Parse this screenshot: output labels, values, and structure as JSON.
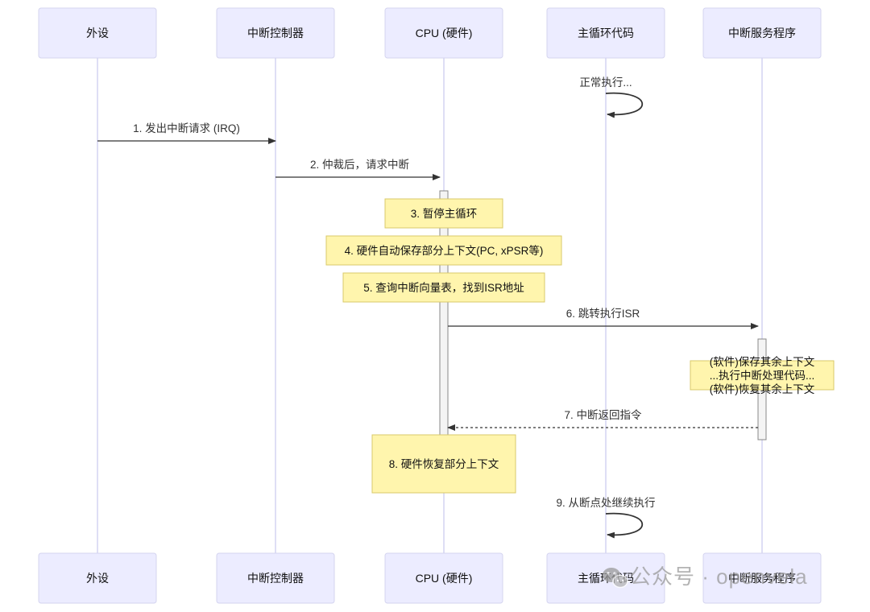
{
  "participants": [
    {
      "id": "peripheral",
      "label": "外设"
    },
    {
      "id": "controller",
      "label": "中断控制器"
    },
    {
      "id": "cpu",
      "label": "CPU (硬件)"
    },
    {
      "id": "main",
      "label": "主循环代码"
    },
    {
      "id": "isr",
      "label": "中断服务程序"
    }
  ],
  "events": [
    {
      "kind": "self",
      "actor": "main",
      "text": "正常执行..."
    },
    {
      "kind": "message",
      "from": "peripheral",
      "to": "controller",
      "text": "1. 发出中断请求 (IRQ)",
      "style": "solid"
    },
    {
      "kind": "message",
      "from": "controller",
      "to": "cpu",
      "text": "2. 仲裁后，请求中断",
      "style": "solid"
    },
    {
      "kind": "note",
      "over": "cpu",
      "lines": [
        "3. 暂停主循环"
      ]
    },
    {
      "kind": "note",
      "over": "cpu",
      "lines": [
        "4. 硬件自动保存部分上下文(PC, xPSR等)"
      ]
    },
    {
      "kind": "note",
      "over": "cpu",
      "lines": [
        "5. 查询中断向量表，找到ISR地址"
      ]
    },
    {
      "kind": "message",
      "from": "cpu",
      "to": "isr",
      "text": "6. 跳转执行ISR",
      "style": "solid"
    },
    {
      "kind": "note",
      "over": "isr",
      "lines": [
        "(软件)保存其余上下文",
        "...执行中断处理代码...",
        "(软件)恢复其余上下文"
      ]
    },
    {
      "kind": "message",
      "from": "isr",
      "to": "cpu",
      "text": "7. 中断返回指令",
      "style": "dashed"
    },
    {
      "kind": "note",
      "over": "cpu",
      "lines": [
        "8. 硬件恢复部分上下文"
      ]
    },
    {
      "kind": "self",
      "actor": "main",
      "text": "9. 从断点处继续执行"
    }
  ],
  "watermark": {
    "text": "公众号 · openvela",
    "icon": "wechat-icon"
  }
}
